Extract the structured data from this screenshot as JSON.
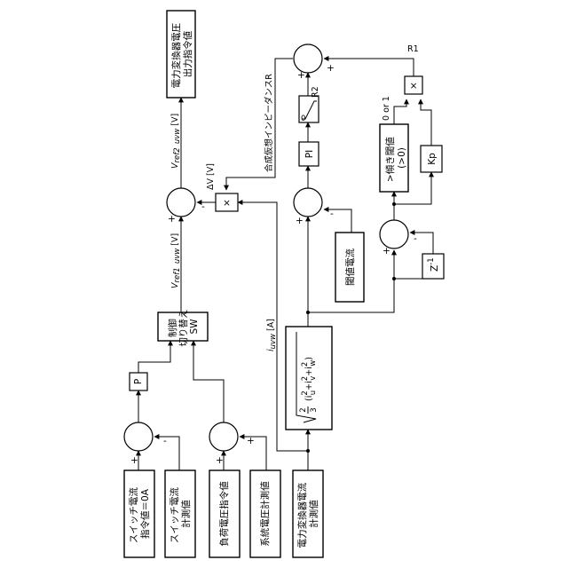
{
  "blocks": {
    "switch_current_cmd": [
      "スイッチ電流",
      "指令値＝0A"
    ],
    "switch_current_meas": [
      "スイッチ電流",
      "計測値"
    ],
    "load_voltage_cmd": "負荷電圧指令値",
    "grid_voltage_meas": "系統電圧計測値",
    "converter_current_meas": [
      "電力変換器電流",
      "計測値"
    ],
    "output_voltage_cmd": [
      "電力変換器電圧",
      "出力指令値"
    ],
    "control_switch": [
      "制御",
      "切り替え",
      "SW"
    ],
    "p_gain": "P",
    "pi_block": "PI",
    "threshold_current": "閾値電流",
    "slope_threshold": [
      ">傾き閾値",
      "(>0)"
    ],
    "kp_block": "Kp",
    "delay_block": "Z",
    "delay_exp": "-1",
    "multiply_r1": "×",
    "multiply_dv": "×"
  },
  "labels": {
    "vref1": "V",
    "vref1_sub": "ref1_uvw",
    "vref1_unit": "[V]",
    "vref2": "V",
    "vref2_sub": "ref2_uvw",
    "vref2_unit": "[V]",
    "delta_v": "ΔV [V]",
    "iuvw": "i",
    "iuvw_sub": "uvw",
    "iuvw_unit": "[A]",
    "impedance": "合成仮想インピーダンスR",
    "r1": "R1",
    "r2": "R2",
    "zero_or_one": "0 or 1",
    "rms_formula": [
      "2",
      "3",
      "(i",
      "2",
      "u",
      "+i",
      "2",
      "v",
      "+i",
      "2",
      "w",
      ")"
    ]
  },
  "signs": {
    "sum1_plus": "+",
    "sum1_minus": "-",
    "sum2_plus": "+",
    "sum2_minus": "+",
    "sum_main_plus": "+",
    "sum_main_minus": "-",
    "sum_th_plus": "+",
    "sum_th_minus": "-",
    "sum_top_plus": "+",
    "sum_top_plus2": "+",
    "sum_d_plus": "+",
    "sum_d_minus": "-"
  }
}
